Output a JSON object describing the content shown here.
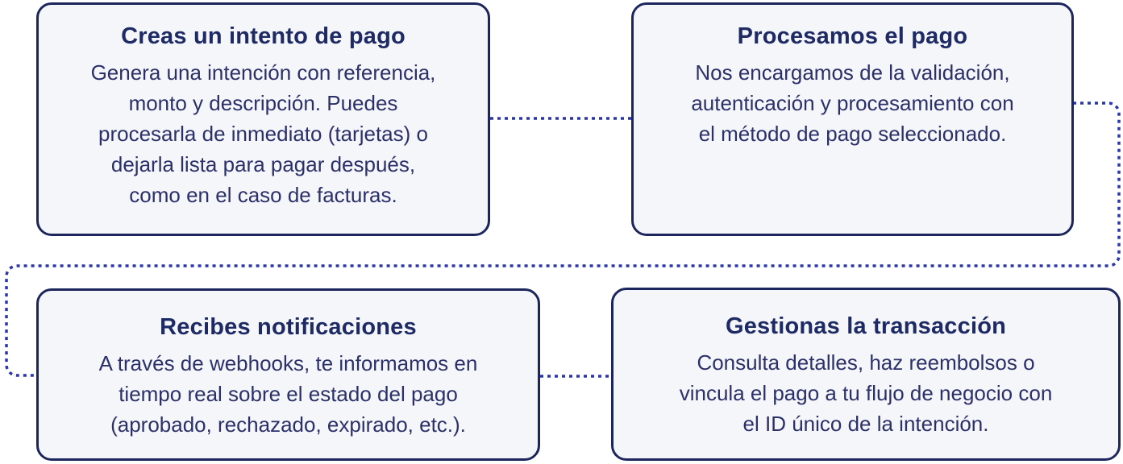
{
  "diagram": {
    "title": "payment-intent-flow",
    "steps": [
      {
        "title": "Creas un intento de pago",
        "body": "Genera una intención con referencia,\nmonto y descripción. Puedes\nprocesarla de inmediato (tarjetas) o\ndejarla lista para pagar después,\ncomo en el caso de facturas."
      },
      {
        "title": "Procesamos el pago",
        "body": "Nos encargamos de la validación,\nautenticación y procesamiento con\nel método de pago seleccionado."
      },
      {
        "title": "Recibes notificaciones",
        "body": "A través de webhooks, te informamos en\ntiempo real sobre el estado del pago\n(aprobado, rechazado, expirado, etc.)."
      },
      {
        "title": "Gestionas la transacción",
        "body": "Consulta detalles, haz reembolsos o\nvincula el pago a tu flujo de negocio con\nel ID único de la intención."
      }
    ],
    "colors": {
      "background": "#ffffff",
      "card_fill": "#f5f6fa",
      "card_border": "#1c265c",
      "title_text": "#1e2a63",
      "body_text": "#2b3168",
      "connector": "#2b36a8"
    }
  }
}
